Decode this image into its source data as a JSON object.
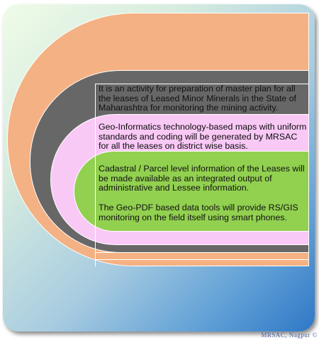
{
  "items": [
    {
      "text": "It is an activity for preparation of master plan for all the leases of Leased Minor Minerals in the State of Maharashtra for monitoring the mining activity.",
      "color": "#f4b183"
    },
    {
      "text": "Geo-Informatics technology-based maps with uniform standards and coding will be generated by MRSAC for all the leases on district wise basis.",
      "color": "#676767"
    },
    {
      "text": "Cadastral / Parcel level information of the Leases will be made available as an integrated output of administrative and Lessee information.",
      "color": "#f9c9f6"
    },
    {
      "text": "The Geo-PDF based data tools will provide RS/GIS monitoring on the field itself using smart phones.",
      "color": "#92d050"
    }
  ],
  "credit": "MRSAC, Nagpur ©"
}
